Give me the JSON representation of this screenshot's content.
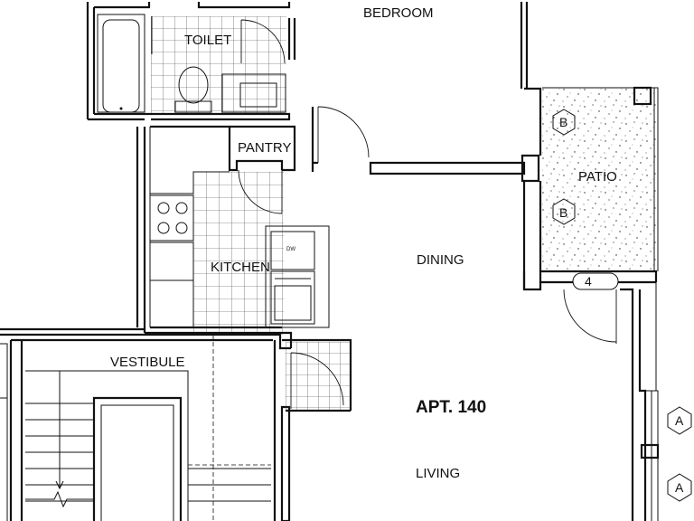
{
  "rooms": {
    "bedroom": "BEDROOM",
    "toilet": "TOILET",
    "pantry": "PANTRY",
    "kitchen": "KITCHEN",
    "dining": "DINING",
    "patio": "PATIO",
    "vestibule": "VESTIBULE",
    "living": "LIVING"
  },
  "apartment_label": "APT. 140",
  "appliance_tags": {
    "dishwasher": "DW"
  },
  "markers": {
    "patio_b_upper": "B",
    "patio_b_lower": "B",
    "patio_door_tag": "4",
    "window_a_upper": "A",
    "window_a_lower": "A"
  }
}
